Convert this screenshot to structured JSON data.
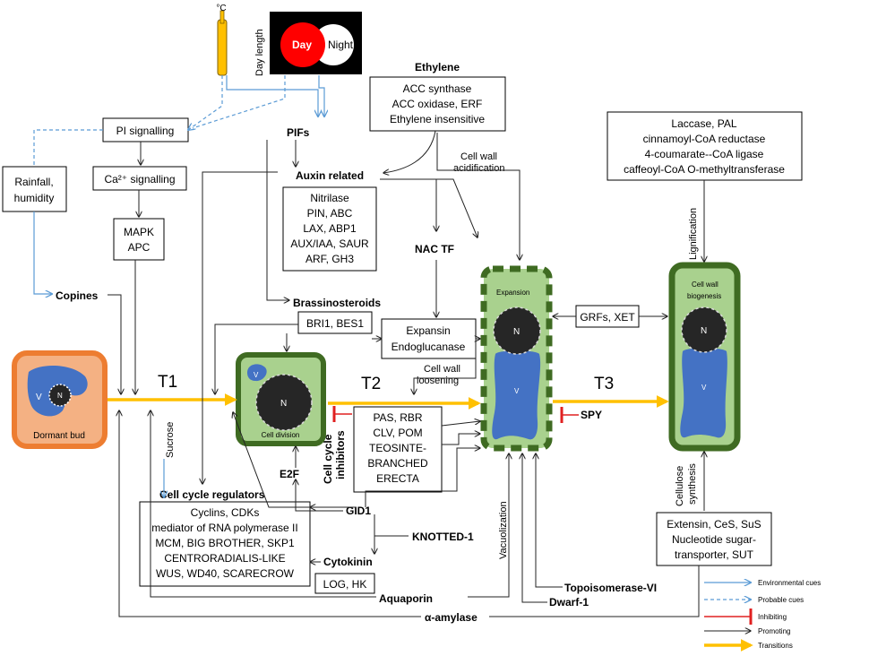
{
  "cues": {
    "temperature": "°C",
    "day_length": "Day length",
    "day": "Day",
    "night": "Night",
    "rainfall": [
      "Rainfall,",
      "humidity"
    ]
  },
  "signalling": {
    "pi": "PI signalling",
    "ca": "Ca²⁺ signalling",
    "mapk": [
      "MAPK",
      "APC"
    ],
    "copines": "Copines",
    "pifs": "PIFs"
  },
  "ethylene": {
    "title": "Ethylene",
    "items": [
      "ACC synthase",
      "ACC oxidase, ERF",
      "Ethylene insensitive"
    ]
  },
  "auxin": {
    "title": "Auxin related",
    "items": [
      "Nitrilase",
      "PIN, ABC",
      "LAX, ABP1",
      "AUX/IAA, SAUR",
      "ARF, GH3"
    ]
  },
  "lignin": {
    "items": [
      "Laccase, PAL",
      "cinnamoyl-CoA reductase",
      "4-coumarate--CoA ligase",
      "caffeoyl-CoA O-methyltransferase"
    ],
    "label": "Lignification"
  },
  "labels": {
    "acidification": [
      "Cell wall",
      "acidification"
    ],
    "nac": "NAC TF",
    "brassinosteroids": "Brassinosteroids",
    "bri": "BRI1, BES1",
    "expansin": [
      "Expansin",
      "Endoglucanase"
    ],
    "loosening": [
      "Cell wall",
      "loosening"
    ],
    "grfs": "GRFs, XET",
    "spy": "SPY",
    "sucrose": "Sucrose",
    "e2f": "E2F",
    "inhibitors": [
      "Cell cycle",
      "inhibitors"
    ],
    "gid1": "GID1",
    "knotted": "KNOTTED-1",
    "cytokinin": "Cytokinin",
    "log": "LOG, HK",
    "aquaporin": "Aquaporin",
    "amylase": "α-amylase",
    "vacuolization": "Vacuolization",
    "topo": "Topoisomerase-VI",
    "dwarf": "Dwarf-1",
    "cellulose": [
      "Cellulose",
      "synthesis"
    ]
  },
  "inhibitor_items": [
    "PAS, RBR",
    "CLV, POM",
    "TEOSINTE-",
    "BRANCHED",
    "ERECTA"
  ],
  "cell_cycle": {
    "title": "Cell cycle regulators",
    "items": [
      "Cyclins, CDKs",
      "mediator of RNA polymerase II",
      "MCM, BIG BROTHER, SKP1",
      "CENTRORADIALIS-LIKE",
      "WUS, WD40, SCARECROW"
    ]
  },
  "synthesis_items": [
    "Extensin, CeS, SuS",
    "Nucleotide sugar-",
    "transporter, SUT"
  ],
  "transitions": {
    "t1": "T1",
    "t2": "T2",
    "t3": "T3"
  },
  "cells": {
    "dormant": "Dormant bud",
    "division": "Cell division",
    "expansion": "Expansion",
    "biogenesis": [
      "Cell wall",
      "biogenesis"
    ],
    "nucleus": "N",
    "vacuole": "V"
  },
  "legend": [
    "Environmental cues",
    "Probable cues",
    "Inhibiting",
    "Promoting",
    "Transitions"
  ],
  "colors": {
    "environmental": "#5b9bd5",
    "inhibiting": "#e02020",
    "promoting": "#222222",
    "transitions": "#ffc000",
    "cell_fill": "#a9d18e",
    "cell_border": "#3f6b22",
    "vacuole": "#4472c4",
    "dormant_fill": "#f4b183",
    "dormant_border": "#ed7d31"
  }
}
